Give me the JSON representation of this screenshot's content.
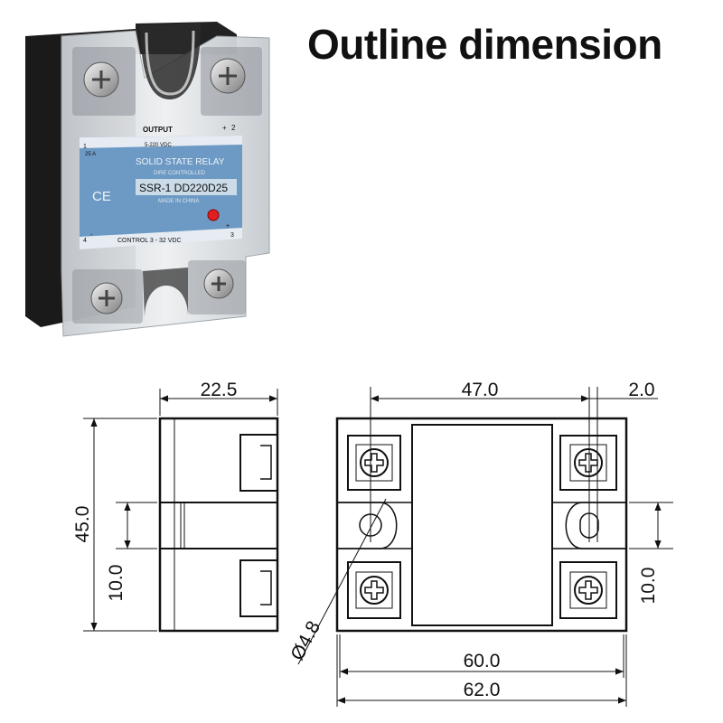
{
  "title": "Outline dimension",
  "photo": {
    "output_label": "OUTPUT",
    "output_voltage": "5-220 VDC",
    "current": "25 A",
    "product_name": "SOLID STATE RELAY",
    "subtitle": "DIRE CONTROLLED",
    "model": "SSR-1 DD220D25",
    "made_in": "MADE IN CHINA",
    "ce_mark": "CE",
    "control_label": "CONTROL 3 - 32 VDC",
    "terminal_1": "1",
    "terminal_2": "2",
    "terminal_3": "3",
    "terminal_4": "4",
    "plus_top": "+",
    "plus_bottom": "+",
    "minus_bottom": "-",
    "colors": {
      "label_blue": "#6d9ac4",
      "housing": "#1c1c1c",
      "cover": "#d8dce0",
      "led": "#e02020"
    }
  },
  "side_view": {
    "width_label": "22.5",
    "height_label": "45.0",
    "slot_label": "10.0"
  },
  "top_view": {
    "spacing_label": "47.0",
    "offset_label": "2.0",
    "hole_label": "Ø4.8",
    "inner_width_label": "60.0",
    "outer_width_label": "62.0",
    "slot_label": "10.0"
  }
}
